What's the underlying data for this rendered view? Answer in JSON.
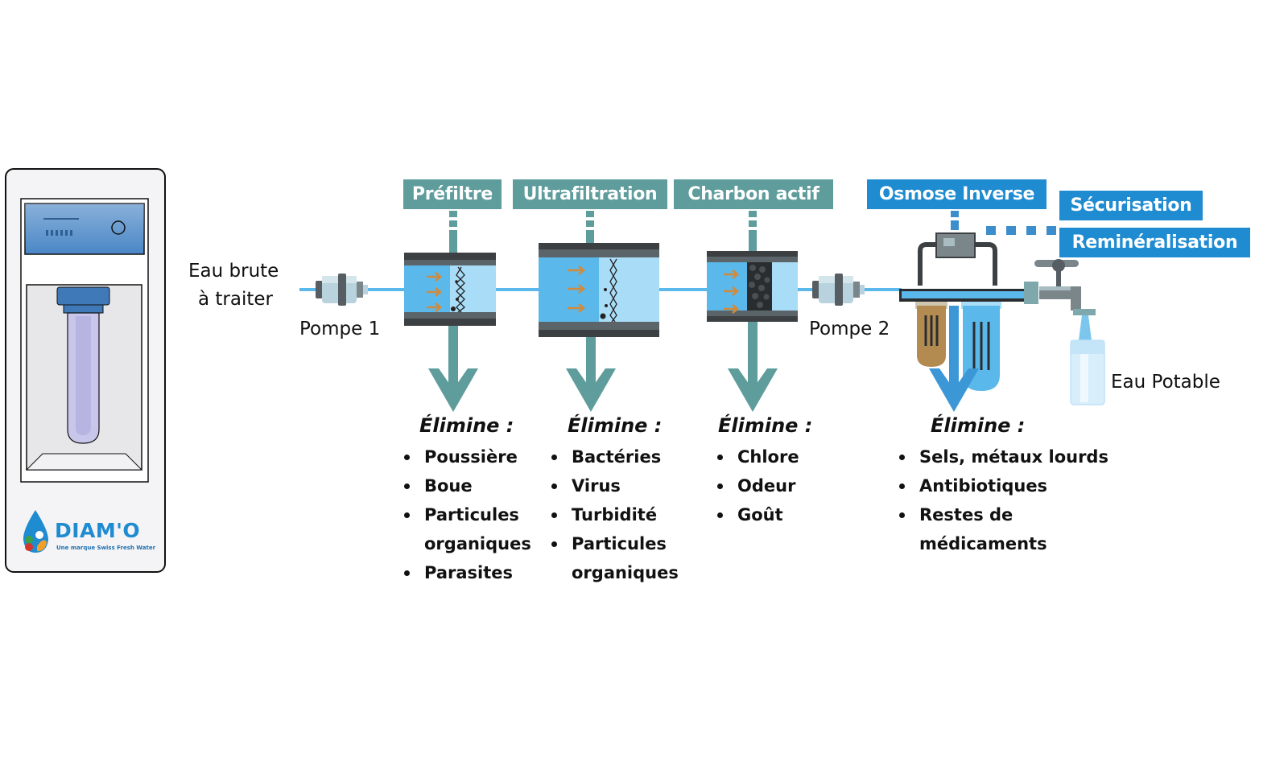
{
  "device": {
    "brand": "DIAM'O",
    "tagline": "Une marque Swiss Fresh Water"
  },
  "flow": {
    "input_label_line1": "Eau brute",
    "input_label_line2": "à traiter",
    "pump1_label": "Pompe 1",
    "pump2_label": "Pompe 2",
    "output_label": "Eau Potable"
  },
  "stages": [
    {
      "label": "Préfiltre",
      "color": "#5f9c9c",
      "removes_title": "Élimine :",
      "removes": [
        "Poussière",
        "Boue",
        "Particules organiques",
        "Parasites"
      ]
    },
    {
      "label": "Ultrafiltration",
      "color": "#5f9c9c",
      "removes_title": "Élimine :",
      "removes": [
        "Bactéries",
        "Virus",
        "Turbidité",
        "Particules organiques"
      ]
    },
    {
      "label": "Charbon actif",
      "color": "#5f9c9c",
      "removes_title": "Élimine :",
      "removes": [
        "Chlore",
        "Odeur",
        "Goût"
      ]
    },
    {
      "label": "Osmose Inverse",
      "color": "#1f8bd0",
      "removes_title": "Élimine :",
      "removes": [
        "Sels, métaux lourds",
        "Antibiotiques",
        "Restes de médicaments"
      ]
    }
  ],
  "post_treatment": {
    "securisation": "Sécurisation",
    "remineralisation": "Reminéralisation",
    "color": "#1f8bd0"
  },
  "colors": {
    "teal": "#5f9c9c",
    "blue": "#1f8bd0",
    "water_light": "#a8dcf7",
    "water_mid": "#5bb8ea",
    "housing": "#3c4043",
    "arrow_orange": "#d28a3a"
  }
}
